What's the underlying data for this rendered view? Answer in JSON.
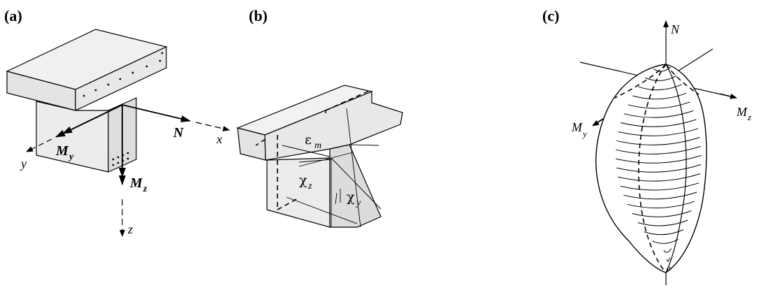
{
  "panels": [
    {
      "id": "a",
      "label": "(a)",
      "symbols": {
        "N": "N",
        "My_main": "M",
        "My_sub": "y",
        "Mz_main": "M",
        "Mz_sub": "z",
        "x": "x",
        "y": "y",
        "z": "z"
      }
    },
    {
      "id": "b",
      "label": "(b)",
      "symbols": {
        "eps_main": "ε",
        "eps_sub": "m",
        "chiz_main": "χ",
        "chiz_sub": "z",
        "chiy_main": "χ",
        "chiy_sub": "y"
      }
    },
    {
      "id": "c",
      "label": "(c)",
      "symbols": {
        "N": "N",
        "My_main": "M",
        "My_sub": "y",
        "Mz_main": "M",
        "Mz_sub": "z"
      }
    }
  ]
}
